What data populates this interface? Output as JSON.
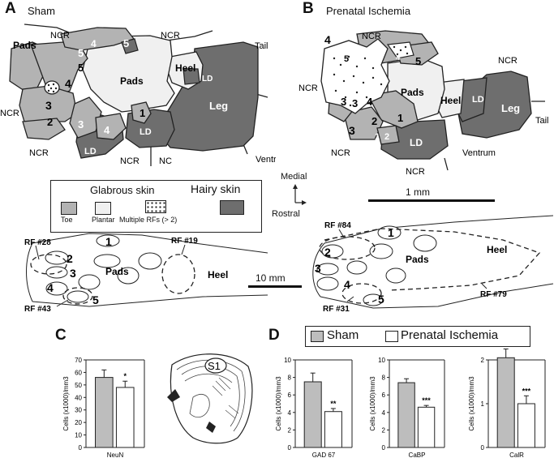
{
  "panels": {
    "A": {
      "letter": "A",
      "title": "Sham"
    },
    "B": {
      "letter": "B",
      "title": "Prenatal Ischemia"
    },
    "C": {
      "letter": "C"
    },
    "D": {
      "letter": "D"
    }
  },
  "map_labels": {
    "ncr": "NCR",
    "pads": "Pads",
    "heel": "Heel",
    "tail": "Tail",
    "leg": "Leg",
    "ld": "LD",
    "nc": "NC",
    "ventrum": "Ventrum"
  },
  "digits": [
    "1",
    "2",
    "3",
    "4",
    "5"
  ],
  "legend": {
    "glabrous": "Glabrous skin",
    "hairy": "Hairy skin",
    "toe": "Toe",
    "plantar": "Plantar",
    "multiple": "Multiple RFs (> 2)"
  },
  "orientation": {
    "medial": "Medial",
    "rostral": "Rostral"
  },
  "scalebars": {
    "map": "1 mm",
    "paw": "10 mm"
  },
  "paw_A": {
    "rf28": "RF #28",
    "rf19": "RF #19",
    "rf43": "RF #43",
    "pads": "Pads",
    "heel": "Heel"
  },
  "paw_B": {
    "rf84": "RF #84",
    "rf79": "RF #79",
    "rf31": "RF #31",
    "pads": "Pads",
    "heel": "Heel"
  },
  "bar_legend": {
    "sham": "Sham",
    "ischemia": "Prenatal Ischemia"
  },
  "brain_label": "S1",
  "colors": {
    "sham": "#bdbdbd",
    "ischemia": "#ffffff",
    "toe": "#b3b3b3",
    "plantar": "#f0f0f0",
    "hairy": "#6e6e6e"
  },
  "chart_data": [
    {
      "type": "bar",
      "categories": [
        "NeuN"
      ],
      "series": [
        {
          "name": "Sham",
          "values": [
            56
          ]
        },
        {
          "name": "Prenatal Ischemia",
          "values": [
            48
          ]
        }
      ],
      "errors": [
        6,
        5
      ],
      "ylabel": "Cells (x1000)/mm3",
      "ylim": [
        0,
        70
      ],
      "yticks": [
        0,
        10,
        20,
        30,
        40,
        50,
        60,
        70
      ],
      "significance": "*"
    },
    {
      "type": "bar",
      "categories": [
        "GAD 67"
      ],
      "series": [
        {
          "name": "Sham",
          "values": [
            7.5
          ]
        },
        {
          "name": "Prenatal Ischemia",
          "values": [
            4.1
          ]
        }
      ],
      "errors": [
        1.0,
        0.35
      ],
      "ylabel": "Cells (x1000)/mm3",
      "ylim": [
        0,
        10
      ],
      "yticks": [
        0,
        2,
        4,
        6,
        8,
        10
      ],
      "significance": "**"
    },
    {
      "type": "bar",
      "categories": [
        "CaBP"
      ],
      "series": [
        {
          "name": "Sham",
          "values": [
            7.4
          ]
        },
        {
          "name": "Prenatal Ischemia",
          "values": [
            4.6
          ]
        }
      ],
      "errors": [
        0.45,
        0.2
      ],
      "ylabel": "Cells (x1000)/mm3",
      "ylim": [
        0,
        10
      ],
      "yticks": [
        0,
        2,
        4,
        6,
        8,
        10
      ],
      "significance": "***"
    },
    {
      "type": "bar",
      "categories": [
        "CalR"
      ],
      "series": [
        {
          "name": "Sham",
          "values": [
            2.05
          ]
        },
        {
          "name": "Prenatal Ischemia",
          "values": [
            1.0
          ]
        }
      ],
      "errors": [
        0.2,
        0.18
      ],
      "ylabel": "Cells (x1000)/mm3",
      "ylim": [
        0,
        2
      ],
      "yticks": [
        0,
        1,
        2
      ],
      "significance": "***"
    }
  ]
}
